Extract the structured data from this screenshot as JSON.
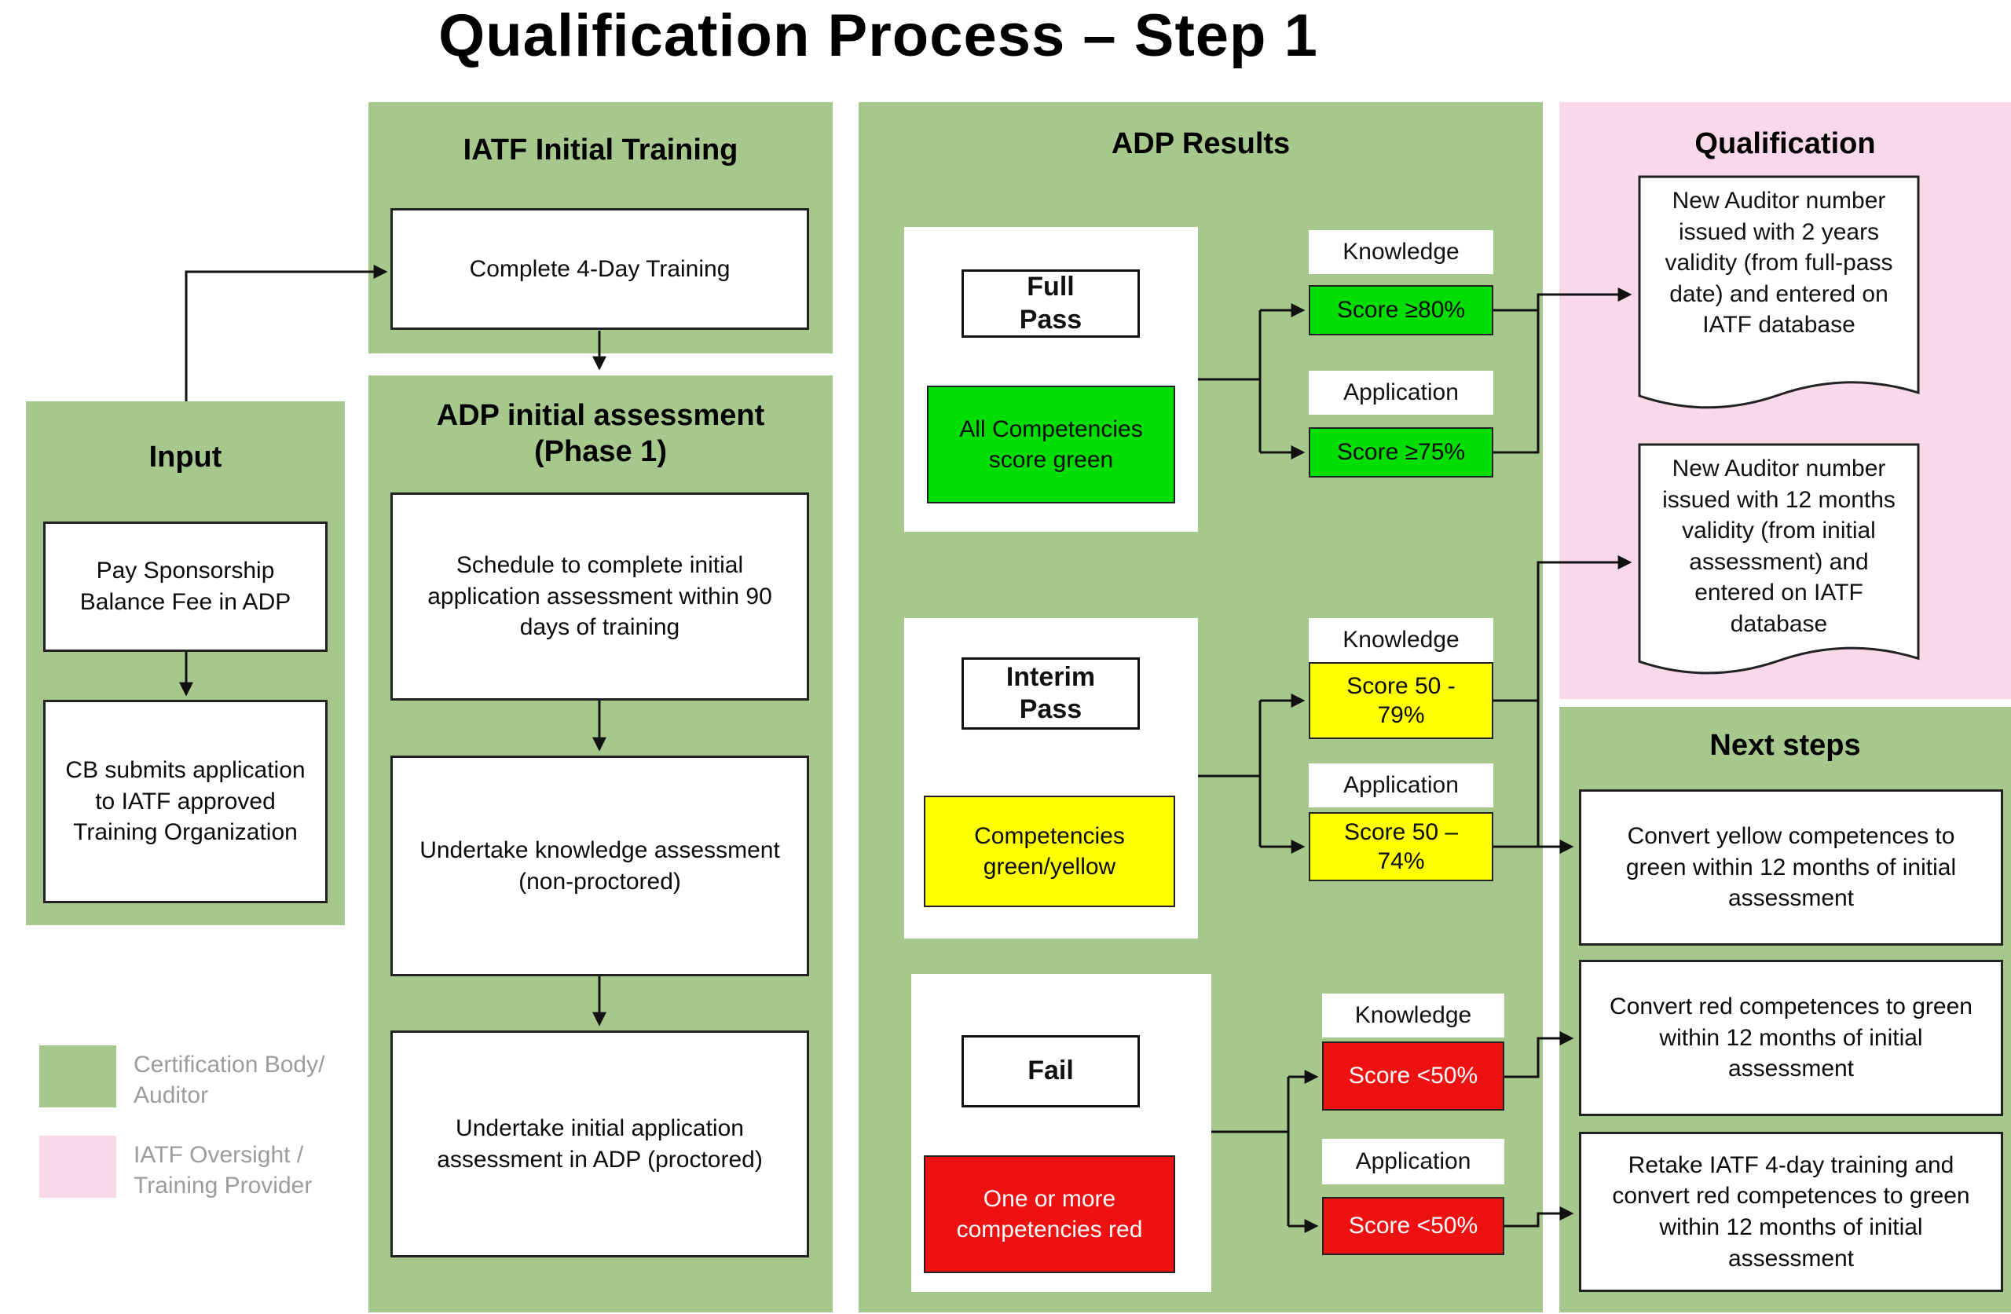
{
  "title": "Qualification Process – Step 1",
  "colors": {
    "green_bg": "#a7c88c",
    "pink_bg": "#f9d9e8",
    "pass_green": "#00dd00",
    "warn_yellow": "#ffff00",
    "fail_red": "#ee1111"
  },
  "input": {
    "header": "Input",
    "box1": "Pay Sponsorship Balance Fee in ADP",
    "box2": "CB submits application to IATF approved Training Organization"
  },
  "training": {
    "header": "IATF Initial Training",
    "box1": "Complete 4-Day Training"
  },
  "adp_assessment": {
    "header": "ADP initial assessment (Phase 1)",
    "box1": "Schedule to complete initial application assessment within 90 days of training",
    "box2": "Undertake knowledge assessment (non-proctored)",
    "box3": "Undertake initial application assessment in ADP (proctored)"
  },
  "adp_results": {
    "header": "ADP Results",
    "full_pass": {
      "label": "Full Pass",
      "detail": "All Competencies score green",
      "knowledge_label": "Knowledge",
      "knowledge_score": "Score ≥80%",
      "application_label": "Application",
      "application_score": "Score ≥75%"
    },
    "interim_pass": {
      "label": "Interim Pass",
      "detail": "Competencies green/yellow",
      "knowledge_label": "Knowledge",
      "knowledge_score": "Score 50 - 79%",
      "application_label": "Application",
      "application_score": "Score 50 – 74%"
    },
    "fail": {
      "label": "Fail",
      "detail": "One or more competencies red",
      "knowledge_label": "Knowledge",
      "knowledge_score": "Score <50%",
      "application_label": "Application",
      "application_score": "Score <50%"
    }
  },
  "qualification": {
    "header": "Qualification",
    "doc1": "New Auditor number issued with 2 years validity (from full-pass date) and entered on IATF database",
    "doc2": "New Auditor number issued with 12 months validity (from initial assessment) and entered on IATF database"
  },
  "next_steps": {
    "header": "Next steps",
    "box1": "Convert yellow competences to green within 12 months of initial assessment",
    "box2": "Convert red competences to green within 12 months of initial assessment",
    "box3": "Retake IATF 4-day training and convert red competences to green within 12 months of initial assessment"
  },
  "legend": {
    "cb_label": "Certification Body/ Auditor",
    "iatf_label": "IATF Oversight / Training Provider"
  }
}
